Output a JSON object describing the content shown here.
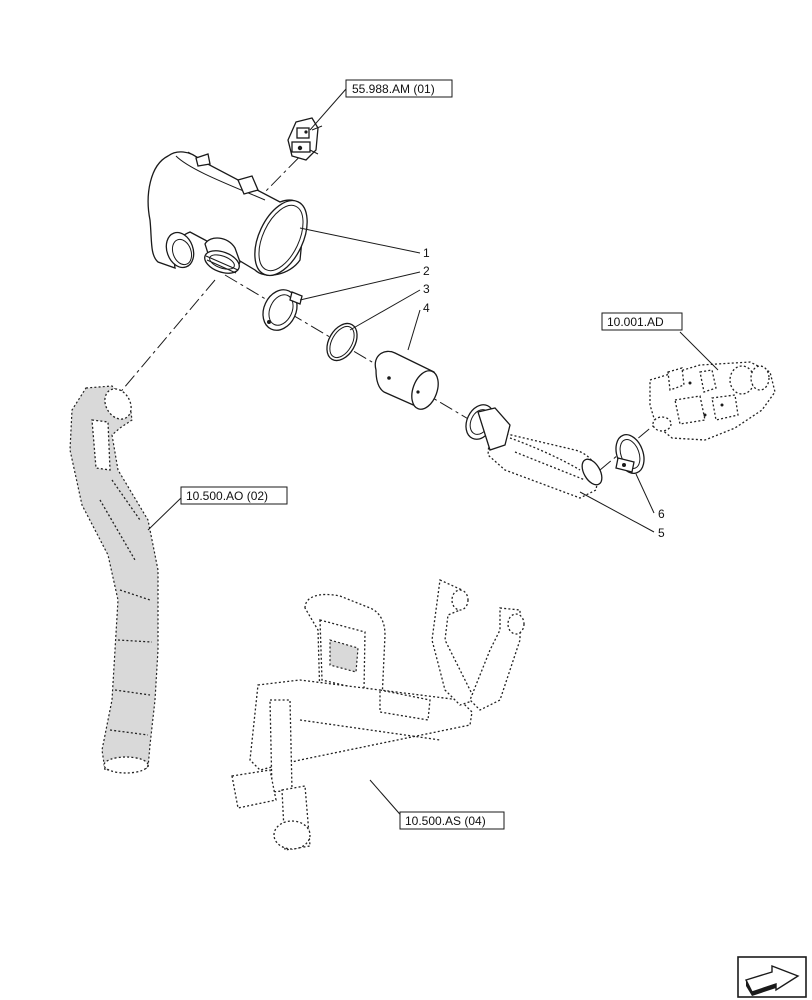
{
  "references": [
    {
      "id": "ref-55-988-am",
      "text": "55.988.AM (01)"
    },
    {
      "id": "ref-10-001-ad",
      "text": "10.001.AD"
    },
    {
      "id": "ref-10-500-ao",
      "text": "10.500.AO (02)"
    },
    {
      "id": "ref-10-500-as",
      "text": "10.500.AS (04)"
    }
  ],
  "callouts": [
    "1",
    "2",
    "3",
    "4",
    "5",
    "6"
  ],
  "nav_icon": "next-page-arrow-icon"
}
